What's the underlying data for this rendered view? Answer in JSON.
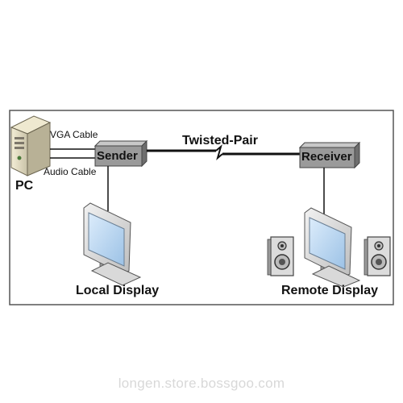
{
  "labels": {
    "vga_cable": "VGA Cable",
    "audio_cable": "Audio Cable",
    "pc": "PC",
    "sender": "Sender",
    "twisted_pair": "Twisted-Pair",
    "receiver": "Receiver",
    "local_display": "Local Display",
    "remote_display": "Remote Display"
  },
  "watermark": "longen.store.bossgoo.com",
  "colors": {
    "frame": "#555555",
    "box_fill": "#9a9a9a",
    "cable": "#111111",
    "screen": "#b8d4ee"
  }
}
